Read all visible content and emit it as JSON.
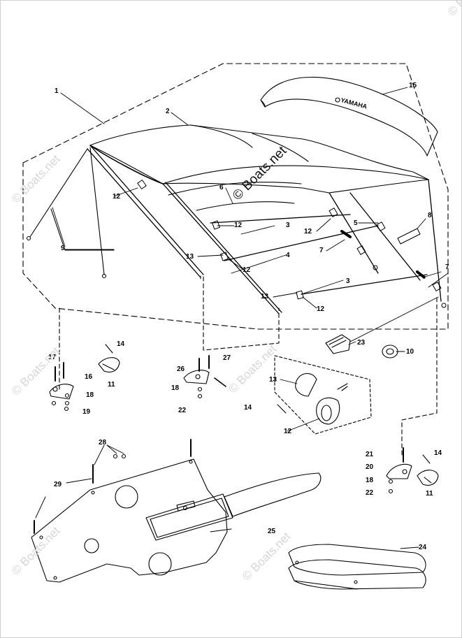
{
  "diagram": {
    "brand_mark": "YAMAHA",
    "watermark": "© Boats.net",
    "callouts": [
      "1",
      "2",
      "3",
      "3",
      "4",
      "5",
      "6",
      "7",
      "7",
      "8",
      "9",
      "10",
      "11",
      "11",
      "12",
      "12",
      "12",
      "12",
      "12",
      "12",
      "13",
      "13",
      "13",
      "14",
      "14",
      "14",
      "15",
      "16",
      "17",
      "18",
      "18",
      "18",
      "19",
      "20",
      "21",
      "22",
      "22",
      "23",
      "24",
      "25",
      "26",
      "27",
      "28",
      "29"
    ]
  },
  "colors": {
    "line": "#000000",
    "watermark": "#d6d6d6"
  }
}
